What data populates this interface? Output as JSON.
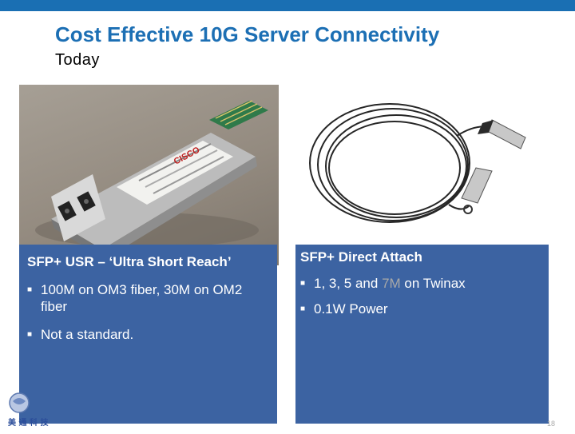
{
  "slide": {
    "title": "Cost Effective 10G Server Connectivity",
    "subtitle": "Today",
    "page_number": "18"
  },
  "left_panel": {
    "heading": "SFP+ USR – ‘Ultra Short Reach’",
    "bullets": [
      "100M on OM3 fiber, 30M on OM2 fiber",
      "Not a standard."
    ]
  },
  "right_panel": {
    "heading": "SFP+ Direct Attach",
    "bullet1": {
      "before": "1, 3, 5 and ",
      "highlight": "7M",
      "after": " on Twinax"
    },
    "bullet2": "0.1W Power"
  },
  "images": {
    "left": {
      "subject": "sfp-usr-transceiver-photo",
      "label_text": "CISCO"
    },
    "right": {
      "subject": "twinax-direct-attach-cable-photo"
    }
  },
  "logo": {
    "chars": "美 通 科 技"
  },
  "colors": {
    "accent": "#1c6fb4",
    "panel": "#3c63a2",
    "highlight": "#a8a8a8"
  }
}
